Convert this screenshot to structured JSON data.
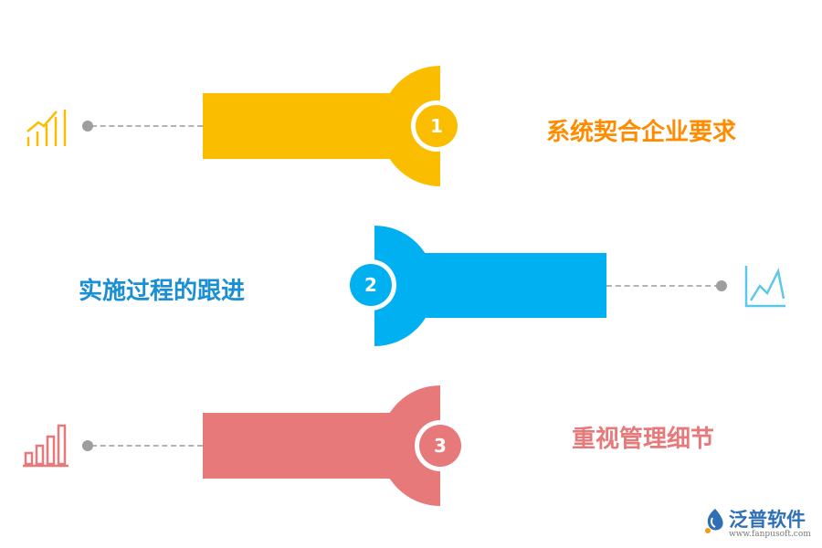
{
  "steps": [
    {
      "number": "1",
      "label": "系统契合企业要求",
      "color": "#fbbd00",
      "label_color": "#ff8c00",
      "icon": "bar-chart-growth-icon"
    },
    {
      "number": "2",
      "label": "实施过程的跟进",
      "color": "#00b0f0",
      "label_color": "#1b8fd3",
      "icon": "line-chart-icon"
    },
    {
      "number": "3",
      "label": "重视管理细节",
      "color": "#e8797a",
      "label_color": "#e8797a",
      "icon": "bar-chart-icon"
    }
  ],
  "logo": {
    "name": "泛普软件",
    "url": "www.fanpusoft.com"
  }
}
